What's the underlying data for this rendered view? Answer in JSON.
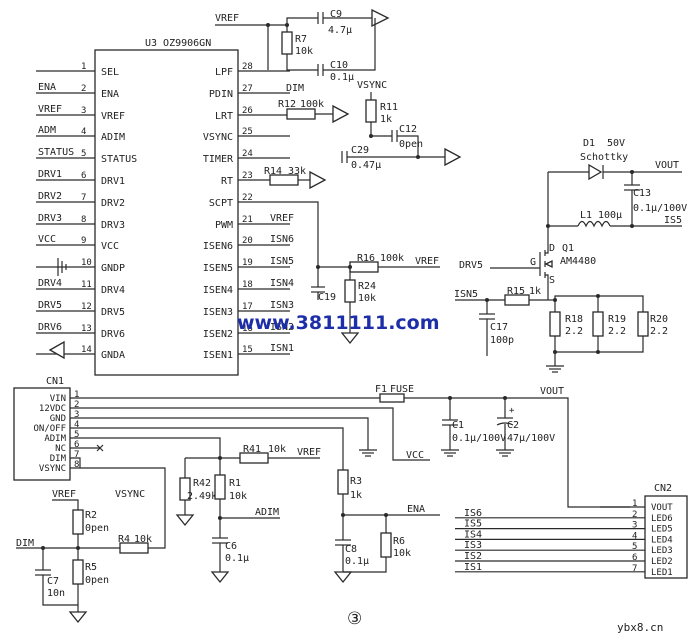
{
  "ic": {
    "name": "U3 OZ9906GN",
    "left_pins": [
      {
        "num": "1",
        "name": "SEL",
        "net": ""
      },
      {
        "num": "2",
        "name": "ENA",
        "net": "ENA"
      },
      {
        "num": "3",
        "name": "VREF",
        "net": "VREF"
      },
      {
        "num": "4",
        "name": "ADIM",
        "net": "ADM"
      },
      {
        "num": "5",
        "name": "STATUS",
        "net": "STATUS"
      },
      {
        "num": "6",
        "name": "DRV1",
        "net": "DRV1"
      },
      {
        "num": "7",
        "name": "DRV2",
        "net": "DRV2"
      },
      {
        "num": "8",
        "name": "DRV3",
        "net": "DRV3"
      },
      {
        "num": "9",
        "name": "VCC",
        "net": "VCC"
      },
      {
        "num": "10",
        "name": "GNDP",
        "net": ""
      },
      {
        "num": "11",
        "name": "DRV4",
        "net": "DRV4"
      },
      {
        "num": "12",
        "name": "DRV5",
        "net": "DRV5"
      },
      {
        "num": "13",
        "name": "DRV6",
        "net": "DRV6"
      },
      {
        "num": "14",
        "name": "GNDA",
        "net": ""
      }
    ],
    "right_pins": [
      {
        "num": "28",
        "name": "LPF",
        "net": ""
      },
      {
        "num": "27",
        "name": "PDIN",
        "net": "DIM"
      },
      {
        "num": "26",
        "name": "LRT",
        "net": ""
      },
      {
        "num": "25",
        "name": "VSYNC",
        "net": ""
      },
      {
        "num": "24",
        "name": "TIMER",
        "net": ""
      },
      {
        "num": "23",
        "name": "RT",
        "net": ""
      },
      {
        "num": "22",
        "name": "SCPT",
        "net": ""
      },
      {
        "num": "21",
        "name": "PWM",
        "net": "VREF"
      },
      {
        "num": "20",
        "name": "ISEN6",
        "net": "ISN6"
      },
      {
        "num": "19",
        "name": "ISEN5",
        "net": "ISN5"
      },
      {
        "num": "18",
        "name": "ISEN4",
        "net": "ISN4"
      },
      {
        "num": "17",
        "name": "ISEN3",
        "net": "ISN3"
      },
      {
        "num": "16",
        "name": "ISEN2",
        "net": "ISN2"
      },
      {
        "num": "15",
        "name": "ISEN1",
        "net": "ISN1"
      }
    ]
  },
  "nets": {
    "vref_top": "VREF",
    "vsync_top": "VSYNC",
    "vout_top": "VOUT",
    "is5": "IS5",
    "drv5": "DRV5",
    "isn5": "ISN5",
    "vref_r16": "VREF",
    "vout_cn1": "VOUT",
    "vcc": "VCC",
    "vref_r41": "VREF",
    "adim": "ADIM",
    "ena": "ENA",
    "vref_r2": "VREF",
    "vsync_cn1": "VSYNC",
    "dim": "DIM"
  },
  "parts": {
    "c9": {
      "ref": "C9",
      "value": "4.7μ"
    },
    "r7": {
      "ref": "R7",
      "value": "10k"
    },
    "c10": {
      "ref": "C10",
      "value": "0.1μ"
    },
    "r12": {
      "ref": "R12",
      "value": "100k"
    },
    "r11": {
      "ref": "R11",
      "value": "1k"
    },
    "c12": {
      "ref": "C12",
      "value": "0pen"
    },
    "c29": {
      "ref": "C29",
      "value": "0.47μ"
    },
    "r14": {
      "ref": "R14",
      "value": "33k"
    },
    "r16": {
      "ref": "R16",
      "value": "100k"
    },
    "r24": {
      "ref": "R24",
      "value": "10k"
    },
    "c19": {
      "ref": "C19",
      "value": ""
    },
    "d1": {
      "ref": "D1",
      "value": "50V",
      "type": "Schottky"
    },
    "c13": {
      "ref": "C13",
      "value": "0.1μ/100V"
    },
    "l1": {
      "ref": "L1",
      "value": "100μ"
    },
    "q1": {
      "ref": "Q1",
      "value": "AM4480",
      "g": "G",
      "d": "D",
      "s": "S"
    },
    "r15": {
      "ref": "R15",
      "value": "1k"
    },
    "c17": {
      "ref": "C17",
      "value": "100p"
    },
    "r18": {
      "ref": "R18",
      "value": "2.2"
    },
    "r19": {
      "ref": "R19",
      "value": "2.2"
    },
    "r20": {
      "ref": "R20",
      "value": "2.2"
    },
    "f1": {
      "ref": "F1",
      "value": "FUSE"
    },
    "c1": {
      "ref": "C1",
      "value": "0.1μ/100V"
    },
    "c2": {
      "ref": "C2",
      "value": "47μ/100V"
    },
    "r42": {
      "ref": "R42",
      "value": "2.49k"
    },
    "r41": {
      "ref": "R41",
      "value": "10k"
    },
    "r1": {
      "ref": "R1",
      "value": "10k"
    },
    "c6": {
      "ref": "C6",
      "value": "0.1μ"
    },
    "r3": {
      "ref": "R3",
      "value": "1k"
    },
    "c8": {
      "ref": "C8",
      "value": "0.1μ"
    },
    "r6": {
      "ref": "R6",
      "value": "10k"
    },
    "r2": {
      "ref": "R2",
      "value": "0pen"
    },
    "r4": {
      "ref": "R4",
      "value": "10k"
    },
    "r5": {
      "ref": "R5",
      "value": "0pen"
    },
    "c7": {
      "ref": "C7",
      "value": "10n"
    }
  },
  "cn1": {
    "name": "CN1",
    "pins": [
      {
        "num": "1",
        "name": "VIN"
      },
      {
        "num": "2",
        "name": "12VDC"
      },
      {
        "num": "3",
        "name": "GND"
      },
      {
        "num": "4",
        "name": "ON/OFF"
      },
      {
        "num": "5",
        "name": "ADIM"
      },
      {
        "num": "6",
        "name": "NC"
      },
      {
        "num": "7",
        "name": "DIM"
      },
      {
        "num": "8",
        "name": "VSYNC"
      }
    ]
  },
  "cn2": {
    "name": "CN2",
    "pins": [
      {
        "num": "1",
        "name": "VOUT",
        "net": ""
      },
      {
        "num": "2",
        "name": "LED6",
        "net": "IS6"
      },
      {
        "num": "3",
        "name": "LED5",
        "net": "IS5"
      },
      {
        "num": "4",
        "name": "LED4",
        "net": "IS4"
      },
      {
        "num": "5",
        "name": "LED3",
        "net": "IS3"
      },
      {
        "num": "6",
        "name": "LED2",
        "net": "IS2"
      },
      {
        "num": "7",
        "name": "LED1",
        "net": "IS1"
      }
    ]
  },
  "watermark": "www.3811111.com",
  "figure_number": "③",
  "site_mark": "ybx8.cn"
}
